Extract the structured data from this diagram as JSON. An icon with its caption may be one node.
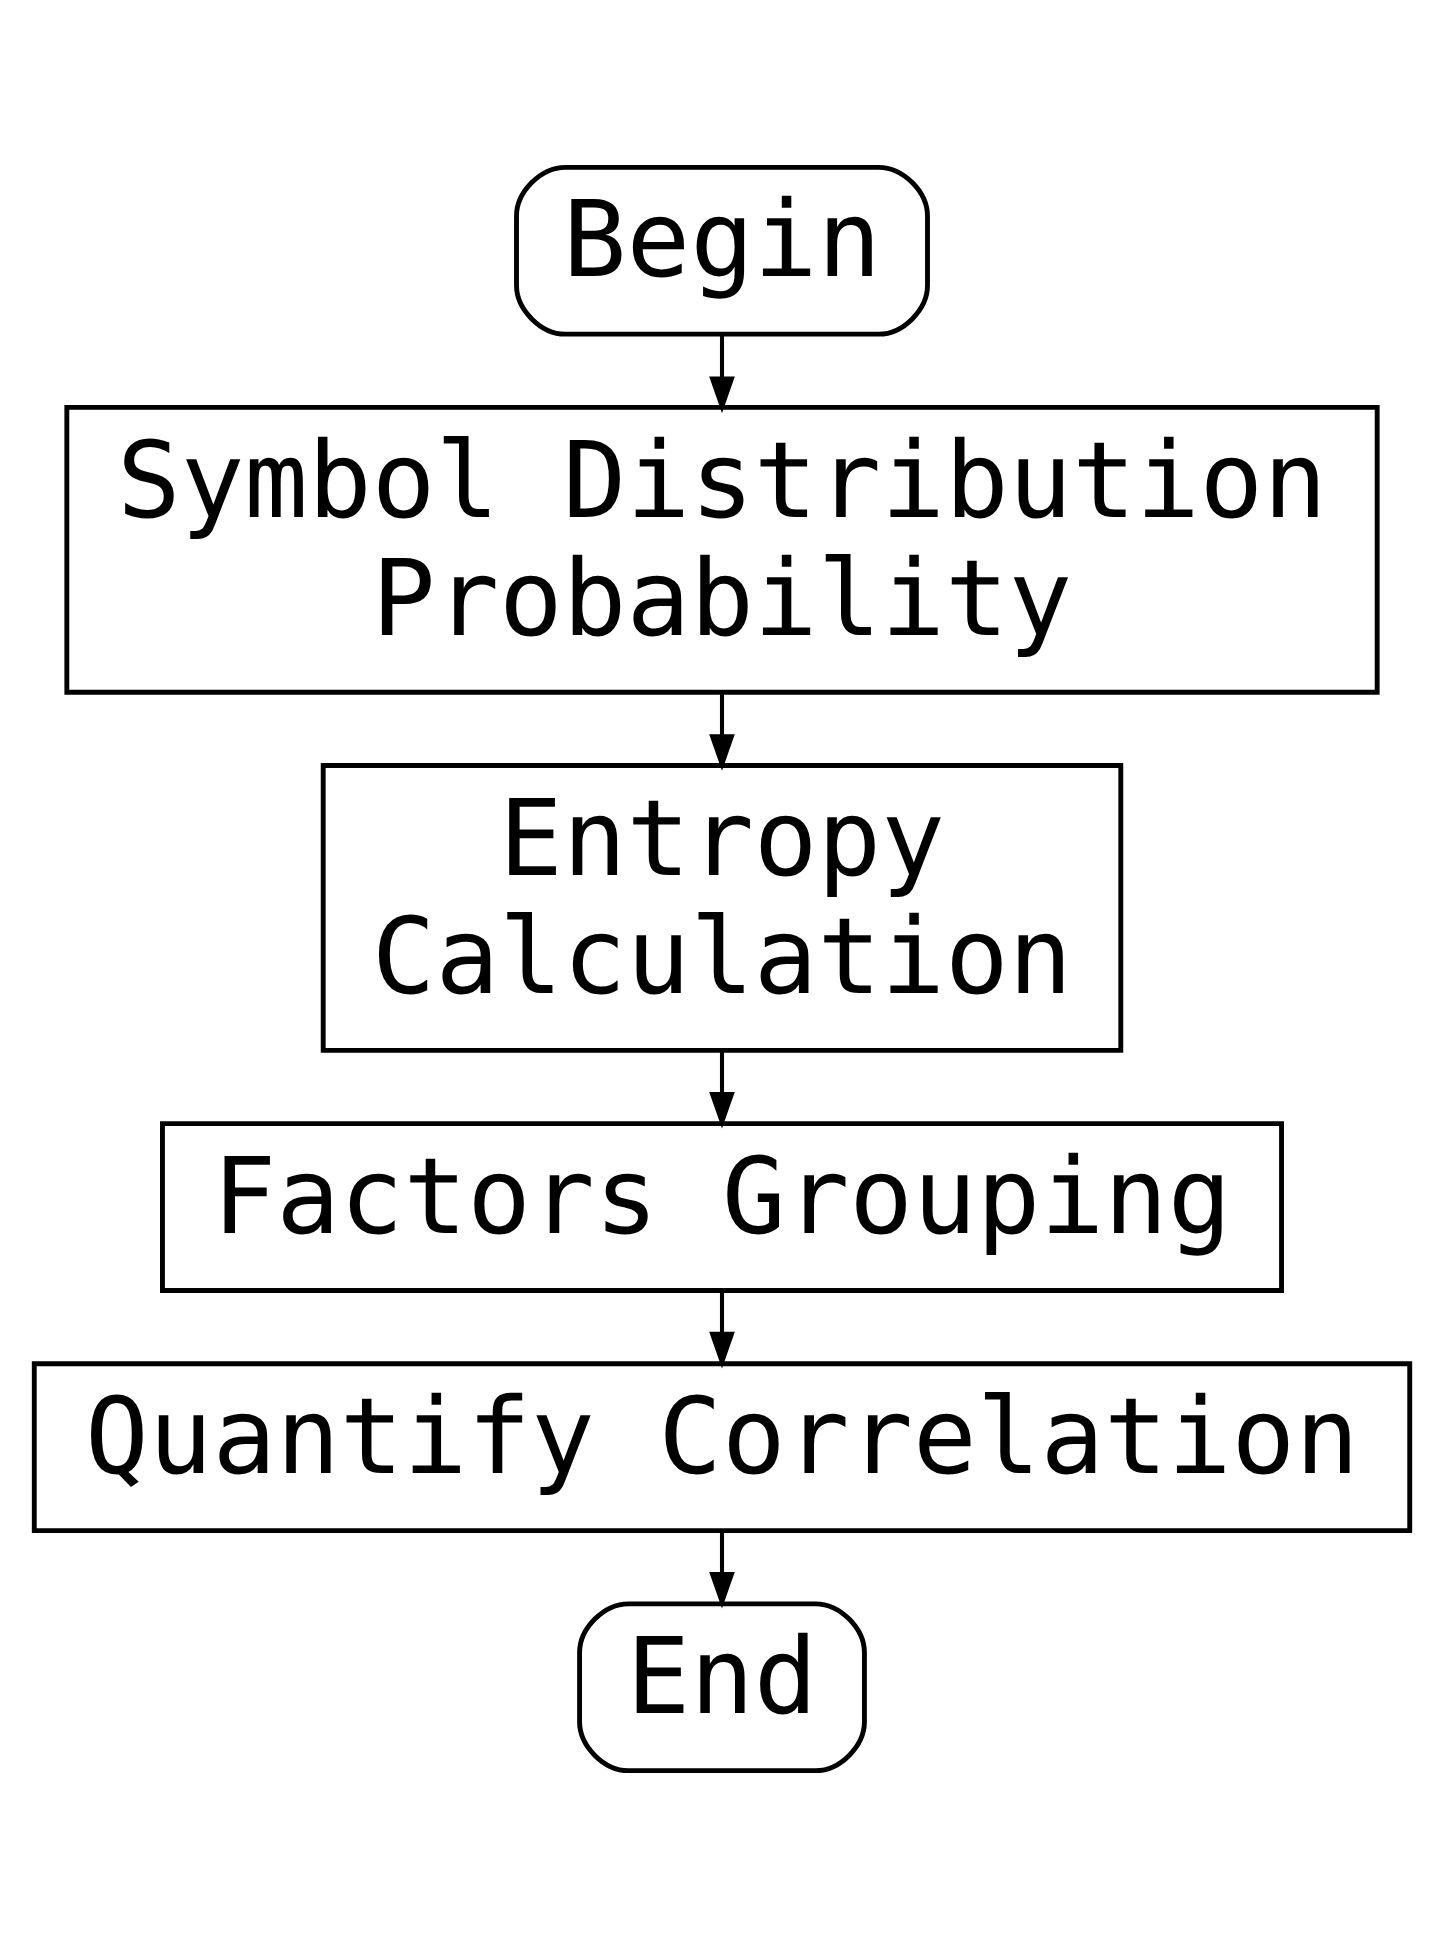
{
  "diagram": {
    "nodes": [
      {
        "text": [
          "Begin"
        ]
      },
      {
        "text": [
          "Symbol Distribution Probability"
        ]
      },
      {
        "text": [
          "Entropy Calculation"
        ]
      },
      {
        "text": [
          "Factors Grouping"
        ]
      },
      {
        "text": [
          "Quantify Correlation"
        ]
      },
      {
        "text": [
          "End"
        ]
      }
    ],
    "edges": [
      {
        "from": 0,
        "to": 1,
        "arrow": "to"
      },
      {
        "from": 1,
        "to": 2,
        "arrow": "to"
      },
      {
        "from": 2,
        "to": 3,
        "arrow": "to"
      },
      {
        "from": 3,
        "to": 4,
        "arrow": "to"
      },
      {
        "from": 4,
        "to": 5,
        "arrow": "to"
      }
    ]
  }
}
